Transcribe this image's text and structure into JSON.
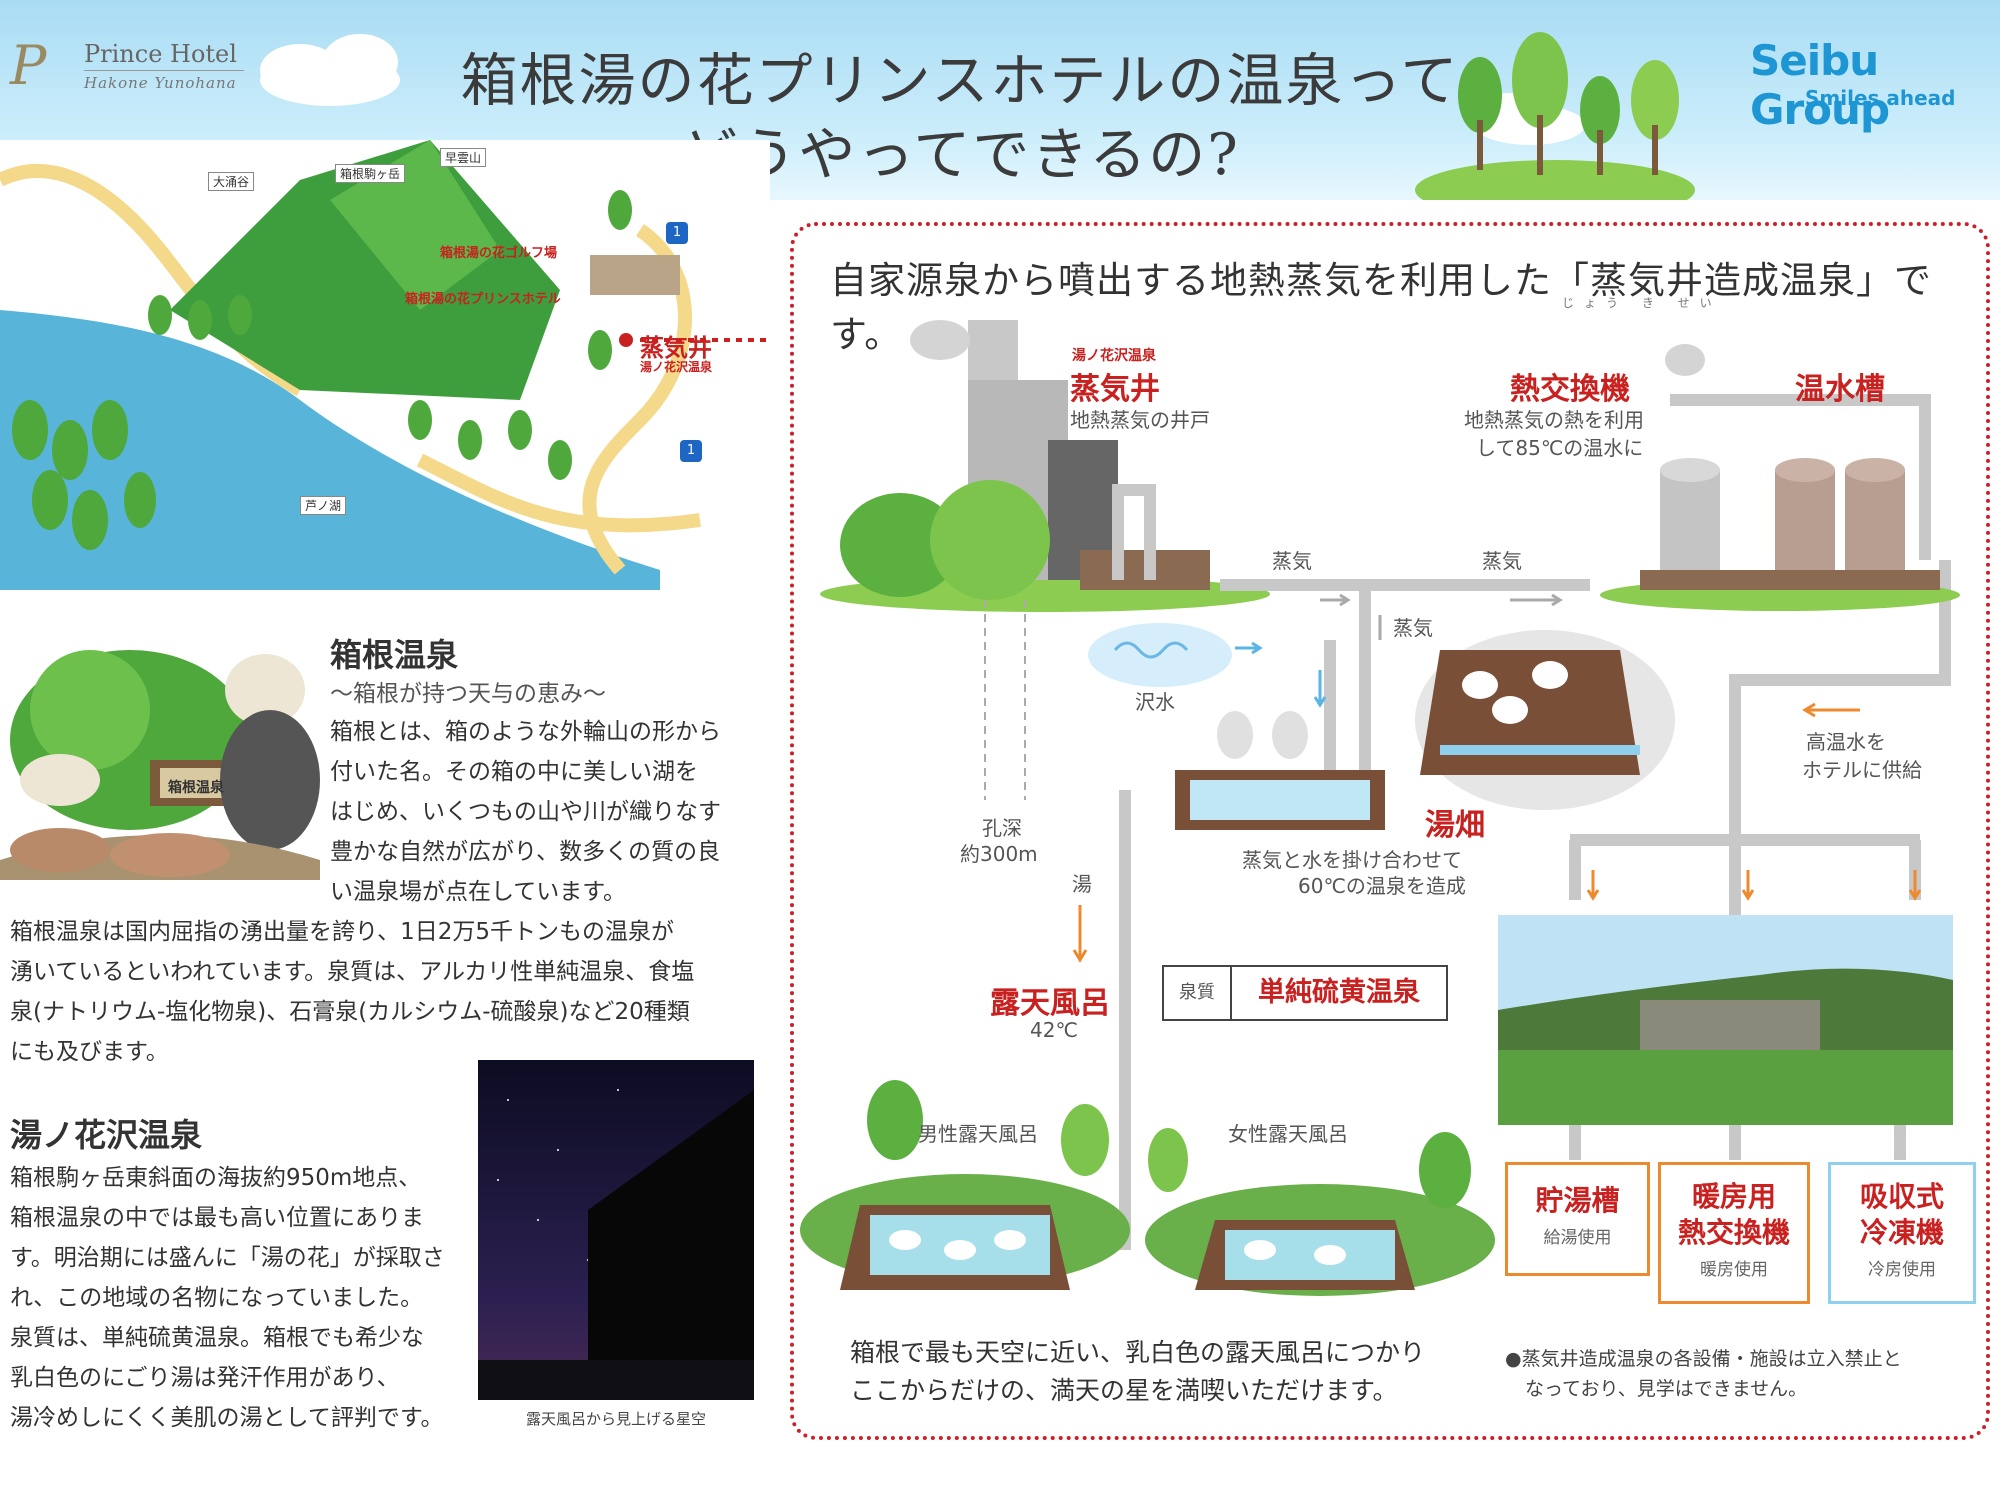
{
  "header": {
    "title_line1": "箱根湯の花プリンスホテルの温泉って",
    "title_line2": "どうやってできるの?",
    "logo_name": "Prince Hotel",
    "logo_sub": "Hakone Yunohana",
    "logo_mark": "P",
    "group_name": "Seibu Group",
    "group_tagline": "Smiles ahead"
  },
  "map": {
    "labels": {
      "owakudani": "大涌谷",
      "komagatake": "箱根駒ヶ岳",
      "soun": "早雲山",
      "golf": "箱根湯の花ゴルフ場",
      "hotel": "箱根湯の花プリンスホテル",
      "steam_well": "蒸気井",
      "steam_well_sub": "湯ノ花沢温泉",
      "lake": "芦ノ湖",
      "route_1a": "1",
      "route_1b": "1"
    }
  },
  "hakone": {
    "title": "箱根温泉",
    "subtitle": "～箱根が持つ天与の恵み～",
    "sign": "箱根温泉",
    "lines": [
      "箱根とは、箱のような外輪山の形から",
      "付いた名。その箱の中に美しい湖を",
      "はじめ、いくつもの山や川が織りなす",
      "豊かな自然が広がり、数多くの質の良",
      "い温泉場が点在しています。"
    ],
    "full_lines": [
      "箱根温泉は国内屈指の湧出量を誇り、1日2万5千トンもの温泉が",
      "湧いているといわれています。泉質は、アルカリ性単純温泉、食塩",
      "泉(ナトリウム-塩化物泉)、石膏泉(カルシウム-硫酸泉)など20種類",
      "にも及びます。"
    ]
  },
  "yunohanazawa": {
    "title": "湯ノ花沢温泉",
    "lines": [
      "箱根駒ヶ岳東斜面の海抜約950m地点、",
      "箱根温泉の中では最も高い位置にありま",
      "す。明治期には盛んに「湯の花」が採取さ",
      "れ、この地域の名物になっていました。",
      "泉質は、単純硫黄温泉。箱根でも希少な",
      "乳白色のにごり湯は発汗作用があり、",
      "湯冷めしにくく美肌の湯として評判です。"
    ],
    "photo_caption": "露天風呂から見上げる星空"
  },
  "diagram": {
    "heading": "自家源泉から噴出する地熱蒸気を利用した「蒸気井造成温泉」です。",
    "ruby": "じょう き せい",
    "steam_well_small": "湯ノ花沢温泉",
    "steam_well_title": "蒸気井",
    "steam_well_desc": "地熱蒸気の井戸",
    "heat_exchanger_title": "熱交換機",
    "heat_exchanger_desc1": "地熱蒸気の熱を利用",
    "heat_exchanger_desc2": "して85℃の温水に",
    "hot_tank_title": "温水槽",
    "steam_a": "蒸気",
    "steam_b": "蒸気",
    "steam_c": "蒸気",
    "stream_water": "沢水",
    "depth1": "孔深",
    "depth2": "約300m",
    "yubatake_title": "湯畑",
    "yubatake_desc1": "蒸気と水を掛け合わせて",
    "yubatake_desc2": "60℃の温泉を造成",
    "yu": "湯",
    "rotenburo_title": "露天風呂",
    "rotenburo_temp": "42℃",
    "spring_quality_label": "泉質",
    "spring_quality_value": "単純硫黄温泉",
    "supply1": "高温水を",
    "supply2": "ホテルに供給",
    "men_bath": "男性露天風呂",
    "women_bath": "女性露天風呂",
    "bottom_text1": "箱根で最も天空に近い、乳白色の露天風呂につかり",
    "bottom_text2": "ここからだけの、満天の星を満喫いただけます。",
    "note1": "●蒸気井造成温泉の各設備・施設は立入禁止と",
    "note2": "なっており、見学はできません。",
    "boxes": [
      {
        "title1": "貯湯槽",
        "title2": "",
        "sub": "給湯使用",
        "color": "#ee8a2e"
      },
      {
        "title1": "暖房用",
        "title2": "熱交換機",
        "sub": "暖房使用",
        "color": "#ee8a2e"
      },
      {
        "title1": "吸収式",
        "title2": "冷凍機",
        "sub": "冷房使用",
        "color": "#8fd0ee"
      }
    ],
    "colors": {
      "accent_red": "#c8211f",
      "arrow_orange": "#ee8a2e",
      "arrow_blue": "#5ab4e6",
      "pipe_gray": "#c8c8c8"
    }
  }
}
